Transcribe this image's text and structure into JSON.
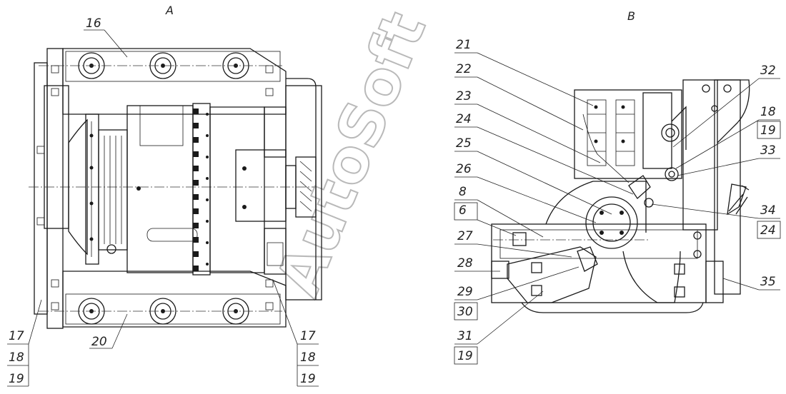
{
  "view_titles": {
    "left": "A",
    "right": "B"
  },
  "watermark": "AutoSoft",
  "callouts_left": {
    "c16": "16",
    "c20": "20",
    "b17": "17",
    "b18": "18",
    "b19": "19",
    "r17": "17",
    "r18": "18",
    "r19": "19"
  },
  "callouts_right": {
    "c21": "21",
    "c22": "22",
    "c23": "23",
    "c24": "24",
    "c25": "25",
    "c26": "26",
    "c8": "8",
    "c6": "6",
    "c27": "27",
    "c28": "28",
    "c29": "29",
    "c30": "30",
    "c31": "31",
    "c19b": "19",
    "c32": "32",
    "c18": "18",
    "c19": "19",
    "c33": "33",
    "c34": "34",
    "c24b": "24",
    "c35": "35"
  }
}
